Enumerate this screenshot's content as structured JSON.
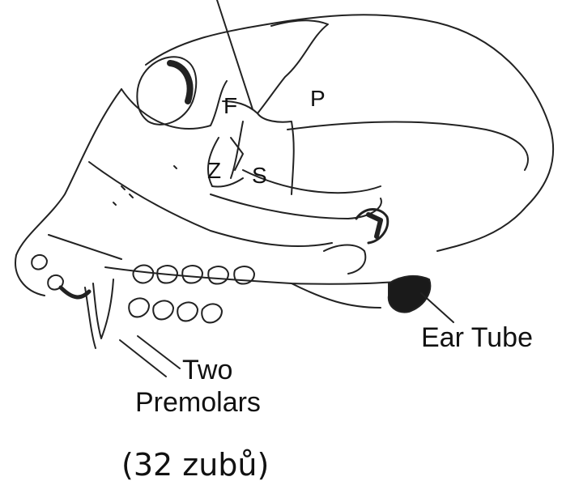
{
  "diagram": {
    "bone_labels": {
      "frontal": "F",
      "parietal": "P",
      "zygomatic": "Z",
      "sphenoid": "S"
    },
    "annotations": {
      "ear_tube": "Ear Tube",
      "premolars_line1": "Two",
      "premolars_line2": "Premolars"
    },
    "caption": "(32 zubů)"
  }
}
